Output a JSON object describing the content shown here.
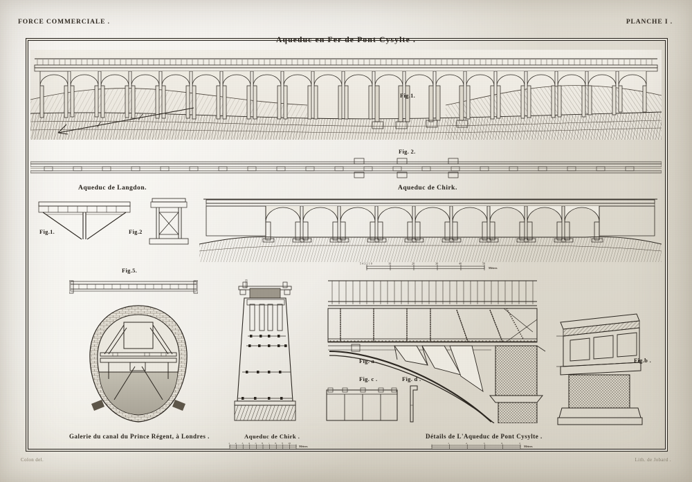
{
  "page": {
    "header_left": "FORCE  COMMERCIALE .",
    "header_right": "PLANCHE  I .",
    "credit_left": "Colon del.",
    "credit_right": "Lith. de Jobard ."
  },
  "plate": {
    "title": "Aqueduc en Fer de Pont  Cysylte .",
    "sections": {
      "top_elevation": {
        "fig_label": "Fig.1.",
        "description": "long elevation of the iron aqueduct on masonry piers"
      },
      "plan_strip": {
        "fig_label": "Fig. 2.",
        "description": "plan view of the aqueduct deck"
      },
      "langdon": {
        "caption": "Aqueduc de Langdon.",
        "fig_labels": [
          "Fig.1.",
          "Fig.2"
        ]
      },
      "chirk_elevation": {
        "caption": "Aqueduc de Chirk.",
        "scale": {
          "ticks": [
            "10",
            "20",
            "30",
            "40",
            "50"
          ],
          "unit": "Mètres",
          "left_label": "5 4 3 2 1 0"
        }
      },
      "fig5": {
        "fig_label": "Fig.5."
      },
      "tunnel": {
        "caption": "Galerie du canal du Prince Régent, à Londres ."
      },
      "chirk_pier": {
        "caption": "Aqueduc de Chirk .",
        "scale": {
          "unit": "Mètres",
          "ticks": [
            "1",
            "2",
            "3",
            "4",
            "5",
            "6",
            "7",
            "8",
            "9",
            "10"
          ]
        }
      },
      "details": {
        "caption": "Détails  de  L'Aqueduc  de  Pont   Cysylte .",
        "fig_labels": [
          "Fig. a .",
          "Fig. c .",
          "Fig. d .",
          "Fig.b ."
        ],
        "scale": {
          "unit": "Mètres",
          "ticks": [
            "1",
            "2",
            "3",
            "4",
            "5"
          ]
        }
      }
    }
  },
  "colors": {
    "paper": "#efece4",
    "ink": "#2b2620",
    "ink_light": "#4a4239",
    "water": "#b9b5a8"
  }
}
